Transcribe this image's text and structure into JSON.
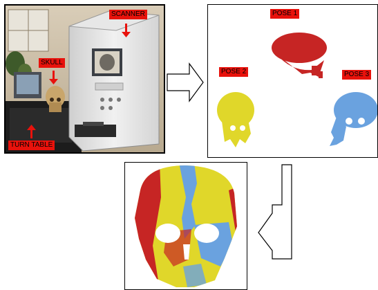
{
  "colors": {
    "label_bg": "#e8120c",
    "skull_red": "#c62524",
    "skull_yellow": "#e0d72a",
    "skull_blue": "#6aa2df",
    "arrow_fill": "#ffffff",
    "arrow_stroke": "#000000"
  },
  "photo_panel": {
    "labels": {
      "scanner": "SCANNER",
      "skull": "SKULL",
      "turn_table": "TURN TABLE"
    }
  },
  "poses_panel": {
    "labels": {
      "pose1": "POSE 1",
      "pose2": "POSE 2",
      "pose3": "POSE 3"
    }
  },
  "icons": [
    "right-arrow-icon",
    "down-left-arrow-icon"
  ]
}
